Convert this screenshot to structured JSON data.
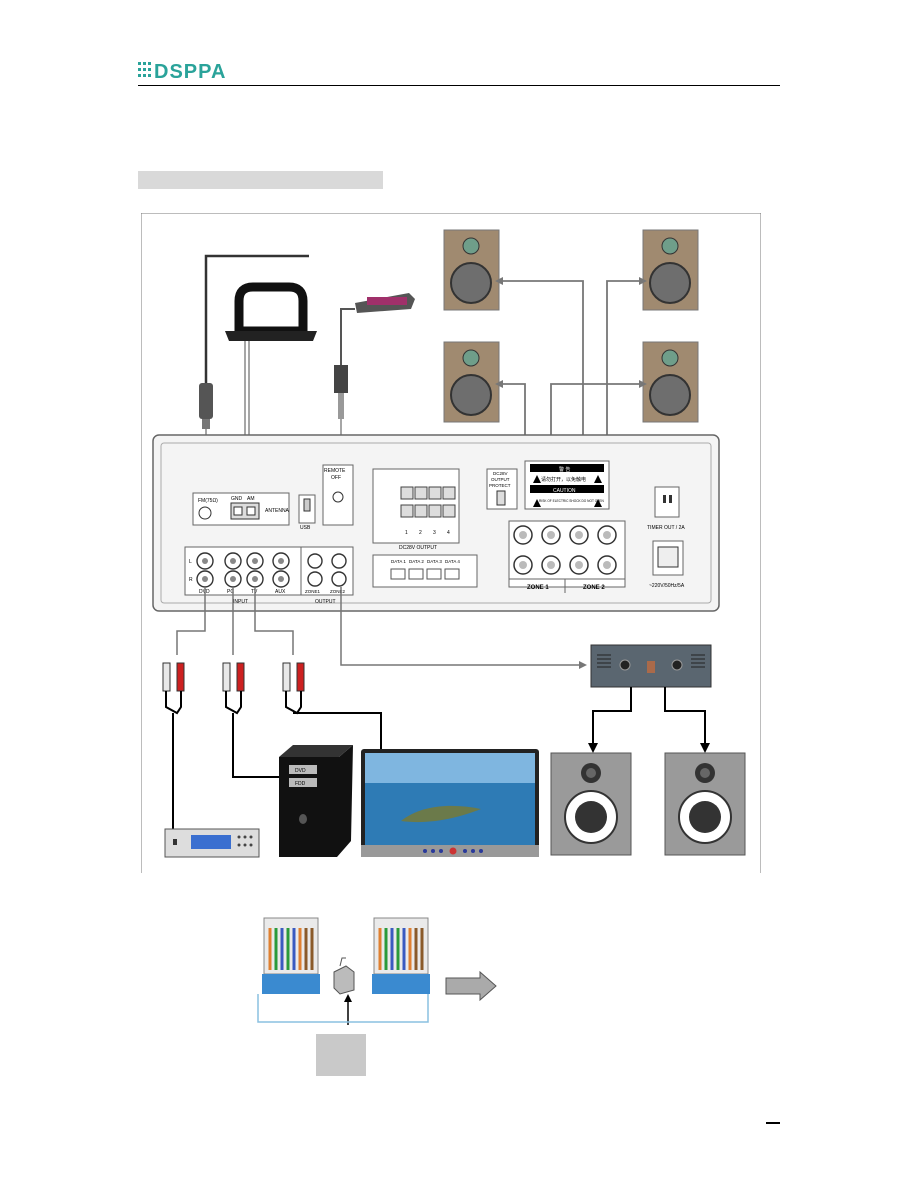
{
  "header": {
    "brand": "DSPPA"
  },
  "panel": {
    "antenna": {
      "fm": "FM(75Ω)",
      "gnd": "GND",
      "am": "AM",
      "label": "ANTENNA"
    },
    "usb_label": "USB",
    "remote_label_1": "REMOTE",
    "remote_label_2": "OFF",
    "dc_output_label": "DC28V OUTPUT",
    "dc_terminals": [
      "1",
      "2",
      "3",
      "4"
    ],
    "data_ports": [
      "DATA 1",
      "DATA 2",
      "DATA 3",
      "DATA 4"
    ],
    "protect_label_1": "DC28V",
    "protect_label_2": "OUTPUT",
    "protect_label_3": "PROTECT",
    "warning_cn": "警 告",
    "warning_cn_sub": "请勿打开，以免触电",
    "caution": "CAUTION",
    "caution_sub": "RISK OF ELECTRIC SHOCK DO NOT OPEN",
    "inputs": [
      "DVD",
      "PC",
      "TV",
      "AUX"
    ],
    "input_label": "INPUT",
    "outputs": [
      "ZONE1",
      "ZONE2"
    ],
    "output_label": "OUTPUT",
    "zone1": "ZONE 1",
    "zone2": "ZONE 2",
    "timer_out": "TIMER OUT / 2A",
    "power": "~220V/50Hz/5A",
    "channel_l": "L",
    "channel_r": "R"
  },
  "devices": {
    "pc_drive_1": "DVD",
    "pc_drive_2": "FDD"
  },
  "footer": {
    "page_number": ""
  },
  "colors": {
    "speaker_box": "#a08a70",
    "amp_panel": "#5a6670",
    "cable": "#6b6b6b",
    "rca_red": "#cc2020",
    "rca_white": "#e8e8e8"
  }
}
